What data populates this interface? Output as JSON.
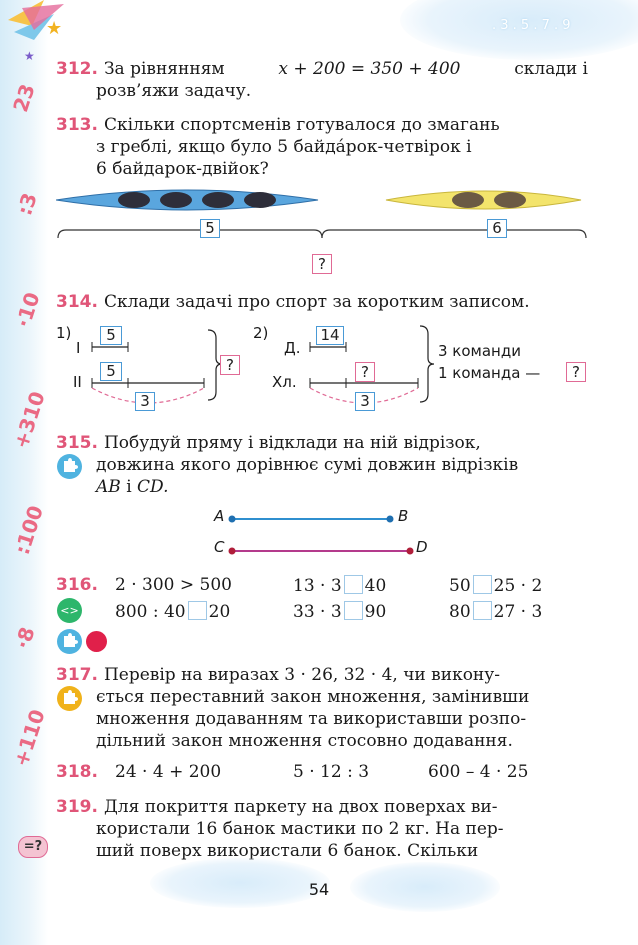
{
  "margin_decor": [
    "23",
    ":3",
    "·10",
    "+310",
    ":100",
    "·8",
    "+110"
  ],
  "header_numbers": ". 3 . 5 . 7 . 9",
  "t312": {
    "num": "312.",
    "text1": "За рівнянням",
    "eq": "x + 200 = 350 + 400",
    "text2": "склади і",
    "line2": "розв’яжи задачу."
  },
  "t313": {
    "num": "313.",
    "line1": "Скільки спортсменів готувалося до змагань",
    "line2": "з греблі, якщо було 5 байда́рок-четвірок і",
    "line3": "6 байдарок-двійок?",
    "box_left": "5",
    "box_right": "6",
    "box_total": "?"
  },
  "t314": {
    "num": "314.",
    "text": "Склади задачі про спорт за коротким записом.",
    "s1_label": "1)",
    "s1_row1": "I",
    "s1_row2": "II",
    "s1_b1": "5",
    "s1_b2": "5",
    "s1_b3": "3",
    "s1_q": "?",
    "s2_label": "2)",
    "s2_row1": "Д.",
    "s2_row2": "Хл.",
    "s2_b1": "14",
    "s2_b2": "?",
    "s2_b3": "3",
    "s2_note1": "3 команди",
    "s2_note2": "1 команда —",
    "s2_q": "?"
  },
  "t315": {
    "num": "315.",
    "line1": "Побудуй пряму і відклади на ній відрізок,",
    "line2": "довжина якого дорівнює сумі довжин відрізків",
    "ab": "AB",
    "and": "і",
    "cd": "CD.",
    "pA": "A",
    "pB": "B",
    "pC": "C",
    "pD": "D"
  },
  "t316": {
    "num": "316.",
    "r1": [
      "2 · 300 > 500",
      "13 · 3",
      "40",
      "50",
      "25 · 2"
    ],
    "r2": [
      "800 : 40",
      "20",
      "33 · 3",
      "90",
      "80",
      "27 · 3"
    ]
  },
  "t317": {
    "num": "317.",
    "line1": "Перевір на виразах 3 · 26, 32 · 4, чи викону-",
    "line2": "ється переставний закон множення, замінивши",
    "line3": "множення додаванням та використавши розпо-",
    "line4": "дільний закон множення стосовно додавання."
  },
  "t318": {
    "num": "318.",
    "e1": "24 · 4 + 200",
    "e2": "5 · 12 : 3",
    "e3": "600 – 4 · 25"
  },
  "t319": {
    "num": "319.",
    "line1": "Для покриття паркету на двох поверхах ви-",
    "line2": "користали 16 банок мастики по 2 кг. На пер-",
    "line3": "ший поверх використали 6 банок. Скільки"
  },
  "badge": "=?",
  "page_number": "54",
  "colors": {
    "task_number": "#e05578",
    "blue_box": "#4a9ad6",
    "pink_box": "#e06a95",
    "kayak_blue": "#4a9ad6",
    "kayak_yellow": "#f2e36a"
  }
}
